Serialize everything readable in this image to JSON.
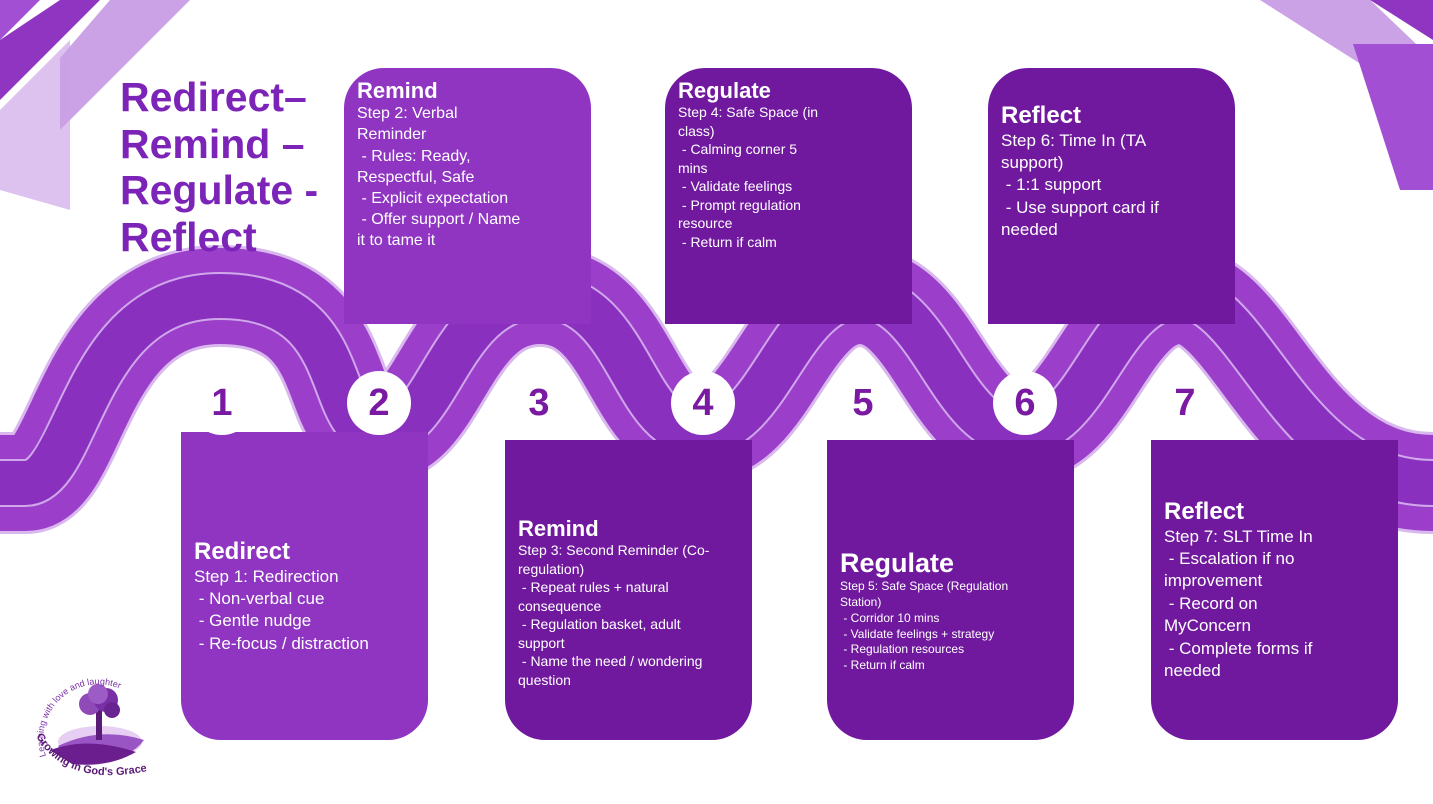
{
  "title_lines": [
    "Redirect–",
    "Remind –",
    "Regulate -",
    "Reflect"
  ],
  "colors": {
    "light_purple": "#8f35c2",
    "dark_purple": "#71199e",
    "title_purple": "#7c24b8",
    "number_text": "#7a1aa3",
    "path_outline": "#d9b8ee",
    "corner_light": "#cba2e6",
    "corner_dark": "#a24fd3"
  },
  "steps": [
    {
      "number": "1",
      "title": "Redirect",
      "lines": [
        "Step 1: Redirection",
        " - Non-verbal cue",
        " - Gentle nudge",
        " - Re-focus / distraction"
      ]
    },
    {
      "number": "2",
      "title": "Remind",
      "lines": [
        "Step 2: Verbal",
        "Reminder",
        " - Rules: Ready,",
        "Respectful, Safe",
        " - Explicit expectation",
        " - Offer support / Name",
        "it to tame it"
      ]
    },
    {
      "number": "3",
      "title": "Remind",
      "lines": [
        "Step 3: Second Reminder (Co-",
        "regulation)",
        " - Repeat rules + natural",
        "consequence",
        " - Regulation basket, adult",
        "support",
        " - Name the need / wondering",
        "question"
      ]
    },
    {
      "number": "4",
      "title": "Regulate",
      "lines": [
        "Step 4: Safe Space (in",
        "class)",
        " - Calming corner 5",
        "mins",
        " - Validate feelings",
        " - Prompt regulation",
        "resource",
        " - Return if calm"
      ]
    },
    {
      "number": "5",
      "title": "Regulate",
      "lines": [
        "Step 5: Safe Space (Regulation",
        "Station)",
        " - Corridor 10 mins",
        " - Validate feelings + strategy",
        " - Regulation resources",
        " - Return if calm"
      ]
    },
    {
      "number": "6",
      "title": "Reflect",
      "lines": [
        "Step 6: Time In (TA",
        "support)",
        " - 1:1 support",
        " - Use support card if",
        "needed"
      ]
    },
    {
      "number": "7",
      "title": "Reflect",
      "lines": [
        "Step 7: SLT Time In",
        " - Escalation if no",
        "improvement",
        " - Record on",
        "MyConcern",
        " - Complete forms if",
        "needed"
      ]
    }
  ],
  "logo": {
    "top_text": "Learning with love and laughter",
    "bottom_text": "Growing in God's Grace"
  }
}
